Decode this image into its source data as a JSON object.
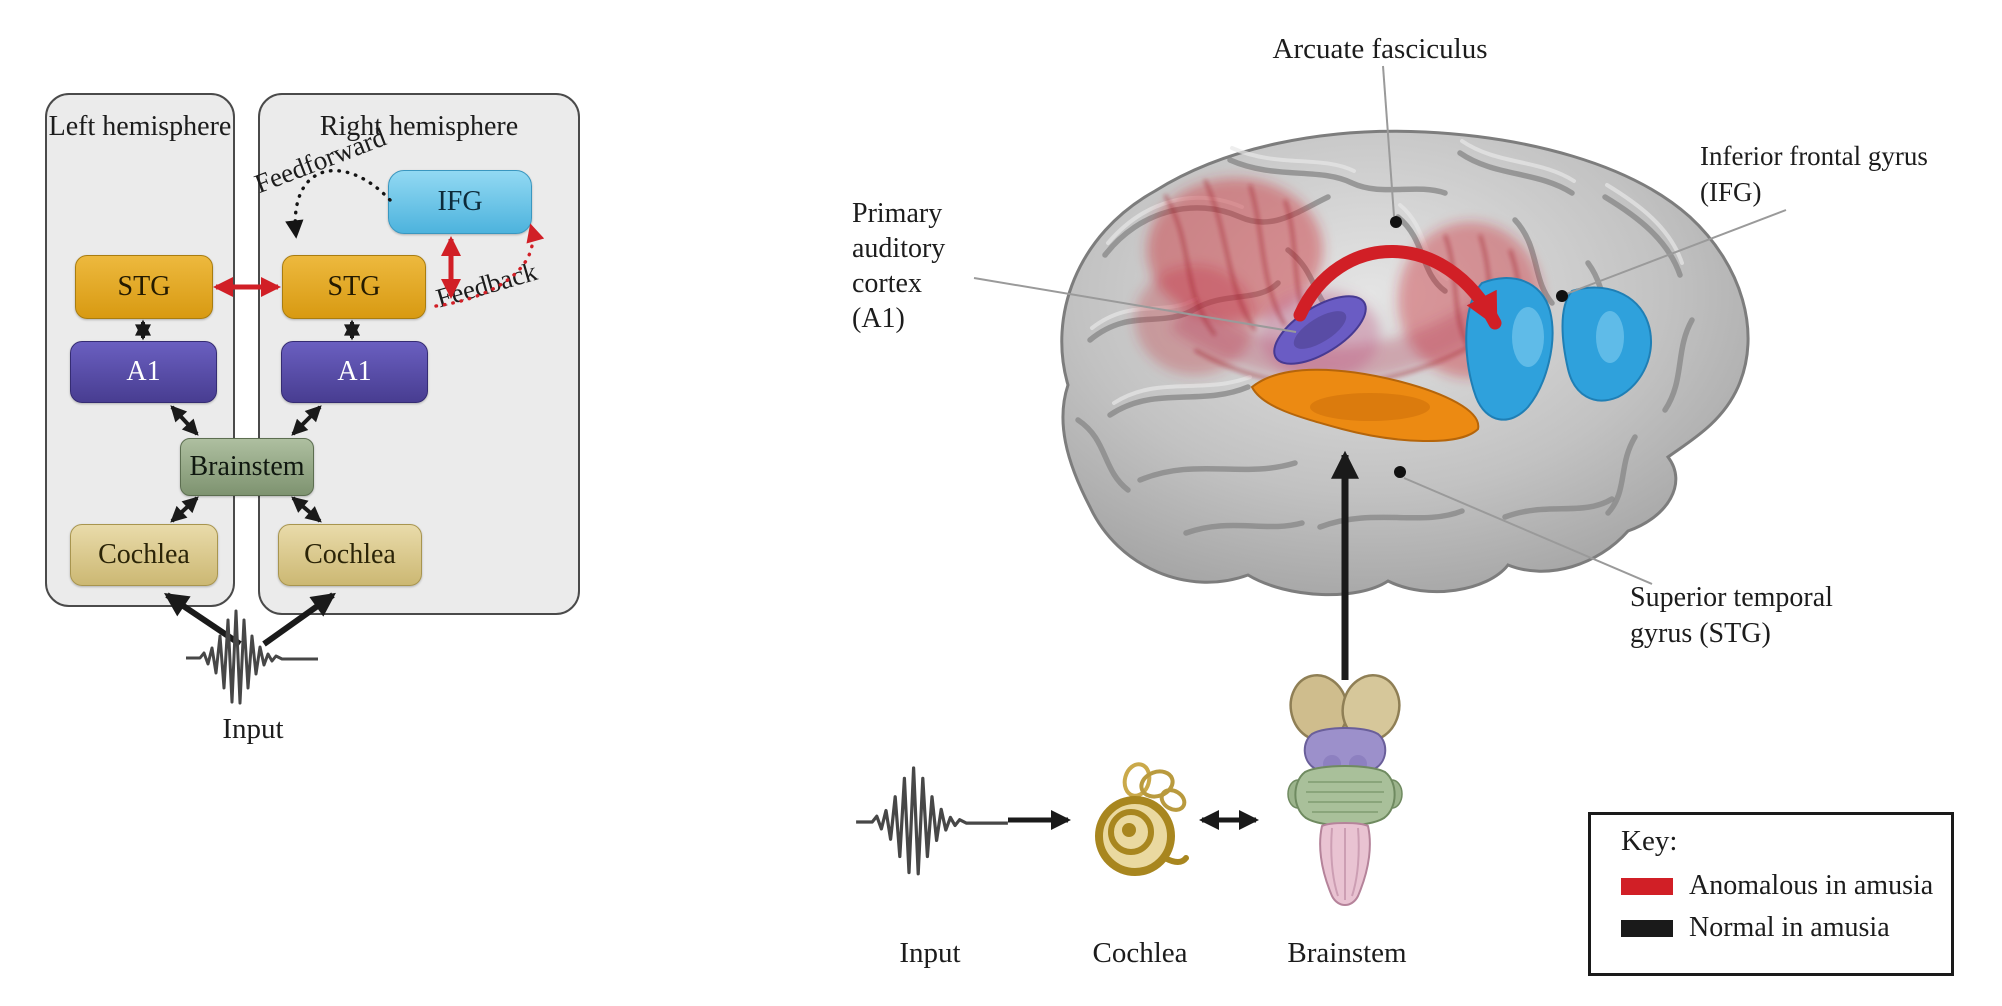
{
  "figure": {
    "left_panel": {
      "left_hemisphere_label": "Left hemisphere",
      "right_hemisphere_label": "Right hemisphere",
      "nodes": {
        "stg_left": "STG",
        "stg_right": "STG",
        "ifg": "IFG",
        "a1_left": "A1",
        "a1_right": "A1",
        "brainstem": "Brainstem",
        "cochlea_left": "Cochlea",
        "cochlea_right": "Cochlea"
      },
      "feedforward_label": "Feedforward",
      "feedback_label": "Feedback",
      "input_label": "Input"
    },
    "right_panel": {
      "annotations": {
        "arcuate_fasciculus": "Arcuate fasciculus",
        "ifg_line1": "Inferior frontal gyrus",
        "ifg_line2": "(IFG)",
        "a1_line1": "Primary",
        "a1_line2": "auditory",
        "a1_line3": "cortex",
        "a1_line4": "(A1)",
        "stg_line1": "Superior temporal",
        "stg_line2": "gyrus (STG)"
      },
      "bottom_row": {
        "input_label": "Input",
        "cochlea_label": "Cochlea",
        "brainstem_label": "Brainstem"
      },
      "key": {
        "title": "Key:",
        "items": [
          {
            "label": "Anomalous in amusia",
            "color": "#d11f26"
          },
          {
            "label": "Normal in amusia",
            "color": "#1a1a1a"
          }
        ]
      }
    },
    "icons": {
      "input_waveform": "zigzag-sound-burst",
      "cochlea": "golden-spiral-snail",
      "brainstem": "colored-brainstem-3d",
      "brain": "lateral-brain-3d"
    },
    "colors": {
      "anomalous_red": "#d11f26",
      "normal_black": "#1a1a1a",
      "stg_box": "#e2a51e",
      "a1_box": "#584ea6",
      "ifg_box": "#69c4e9",
      "brainstem_box": "#94a883",
      "cochlea_box": "#dcca90",
      "stg_region": "#ec8a12",
      "a1_region": "#6a5cc4",
      "ifg_region": "#2fa1dc",
      "tract_region": "#cc2a33",
      "hemisphere_fill": "#ebebeb"
    }
  }
}
